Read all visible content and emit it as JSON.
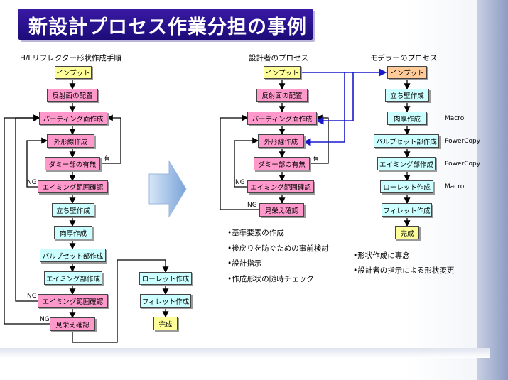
{
  "title": "新設計プロセス作業分担の事例",
  "left": {
    "header": "H/Lリフレクター形状作成手順",
    "boxes": [
      "インプット",
      "反射面の配置",
      "パーティング面作成",
      "外形線作成",
      "ダミー部の有無",
      "エイミング範囲確認",
      "立ち壁作成",
      "肉厚作成",
      "バルブセット部作成",
      "エイミング部作成",
      "エイミング範囲確認",
      "見栄え確認",
      "ローレット作成",
      "フィレット作成",
      "完成"
    ],
    "yes_label": "有",
    "ng_labels": [
      "NG",
      "NG",
      "NG"
    ]
  },
  "designer": {
    "header": "設計者のプロセス",
    "boxes": [
      "インプット",
      "反射面の配置",
      "パーティング面作成",
      "外形線作成",
      "ダミー部の有無",
      "エイミング範囲確認",
      "見栄え確認"
    ],
    "yes_label": "有",
    "ng_labels": [
      "NG",
      "NG"
    ],
    "bullets": [
      "•基準要素の作成",
      "•後戻りを防ぐための事前検討",
      "•設計指示",
      "•作成形状の随時チェック"
    ]
  },
  "modeler": {
    "header": "モデラーのプロセス",
    "boxes": [
      "インプット",
      "立ち壁作成",
      "肉厚作成",
      "バルブセット部作成",
      "エイミング部作成",
      "ローレット作成",
      "フィレット作成",
      "完成"
    ],
    "tools": [
      "Macro",
      "PowerCopy",
      "PowerCopy",
      "Macro"
    ],
    "bullets": [
      "•形状作成に専念",
      "•設計者の指示による形状変更"
    ]
  },
  "colors": {
    "title_bg": "#24118a",
    "input_yellow": "#ffff99",
    "designer_pink": "#ff99cc",
    "modeler_cyan": "#ccffff",
    "modeler_input_orange": "#ffcc99",
    "link_blue": "#1a1acc",
    "arrow_gradient": "#8fb3e0"
  }
}
